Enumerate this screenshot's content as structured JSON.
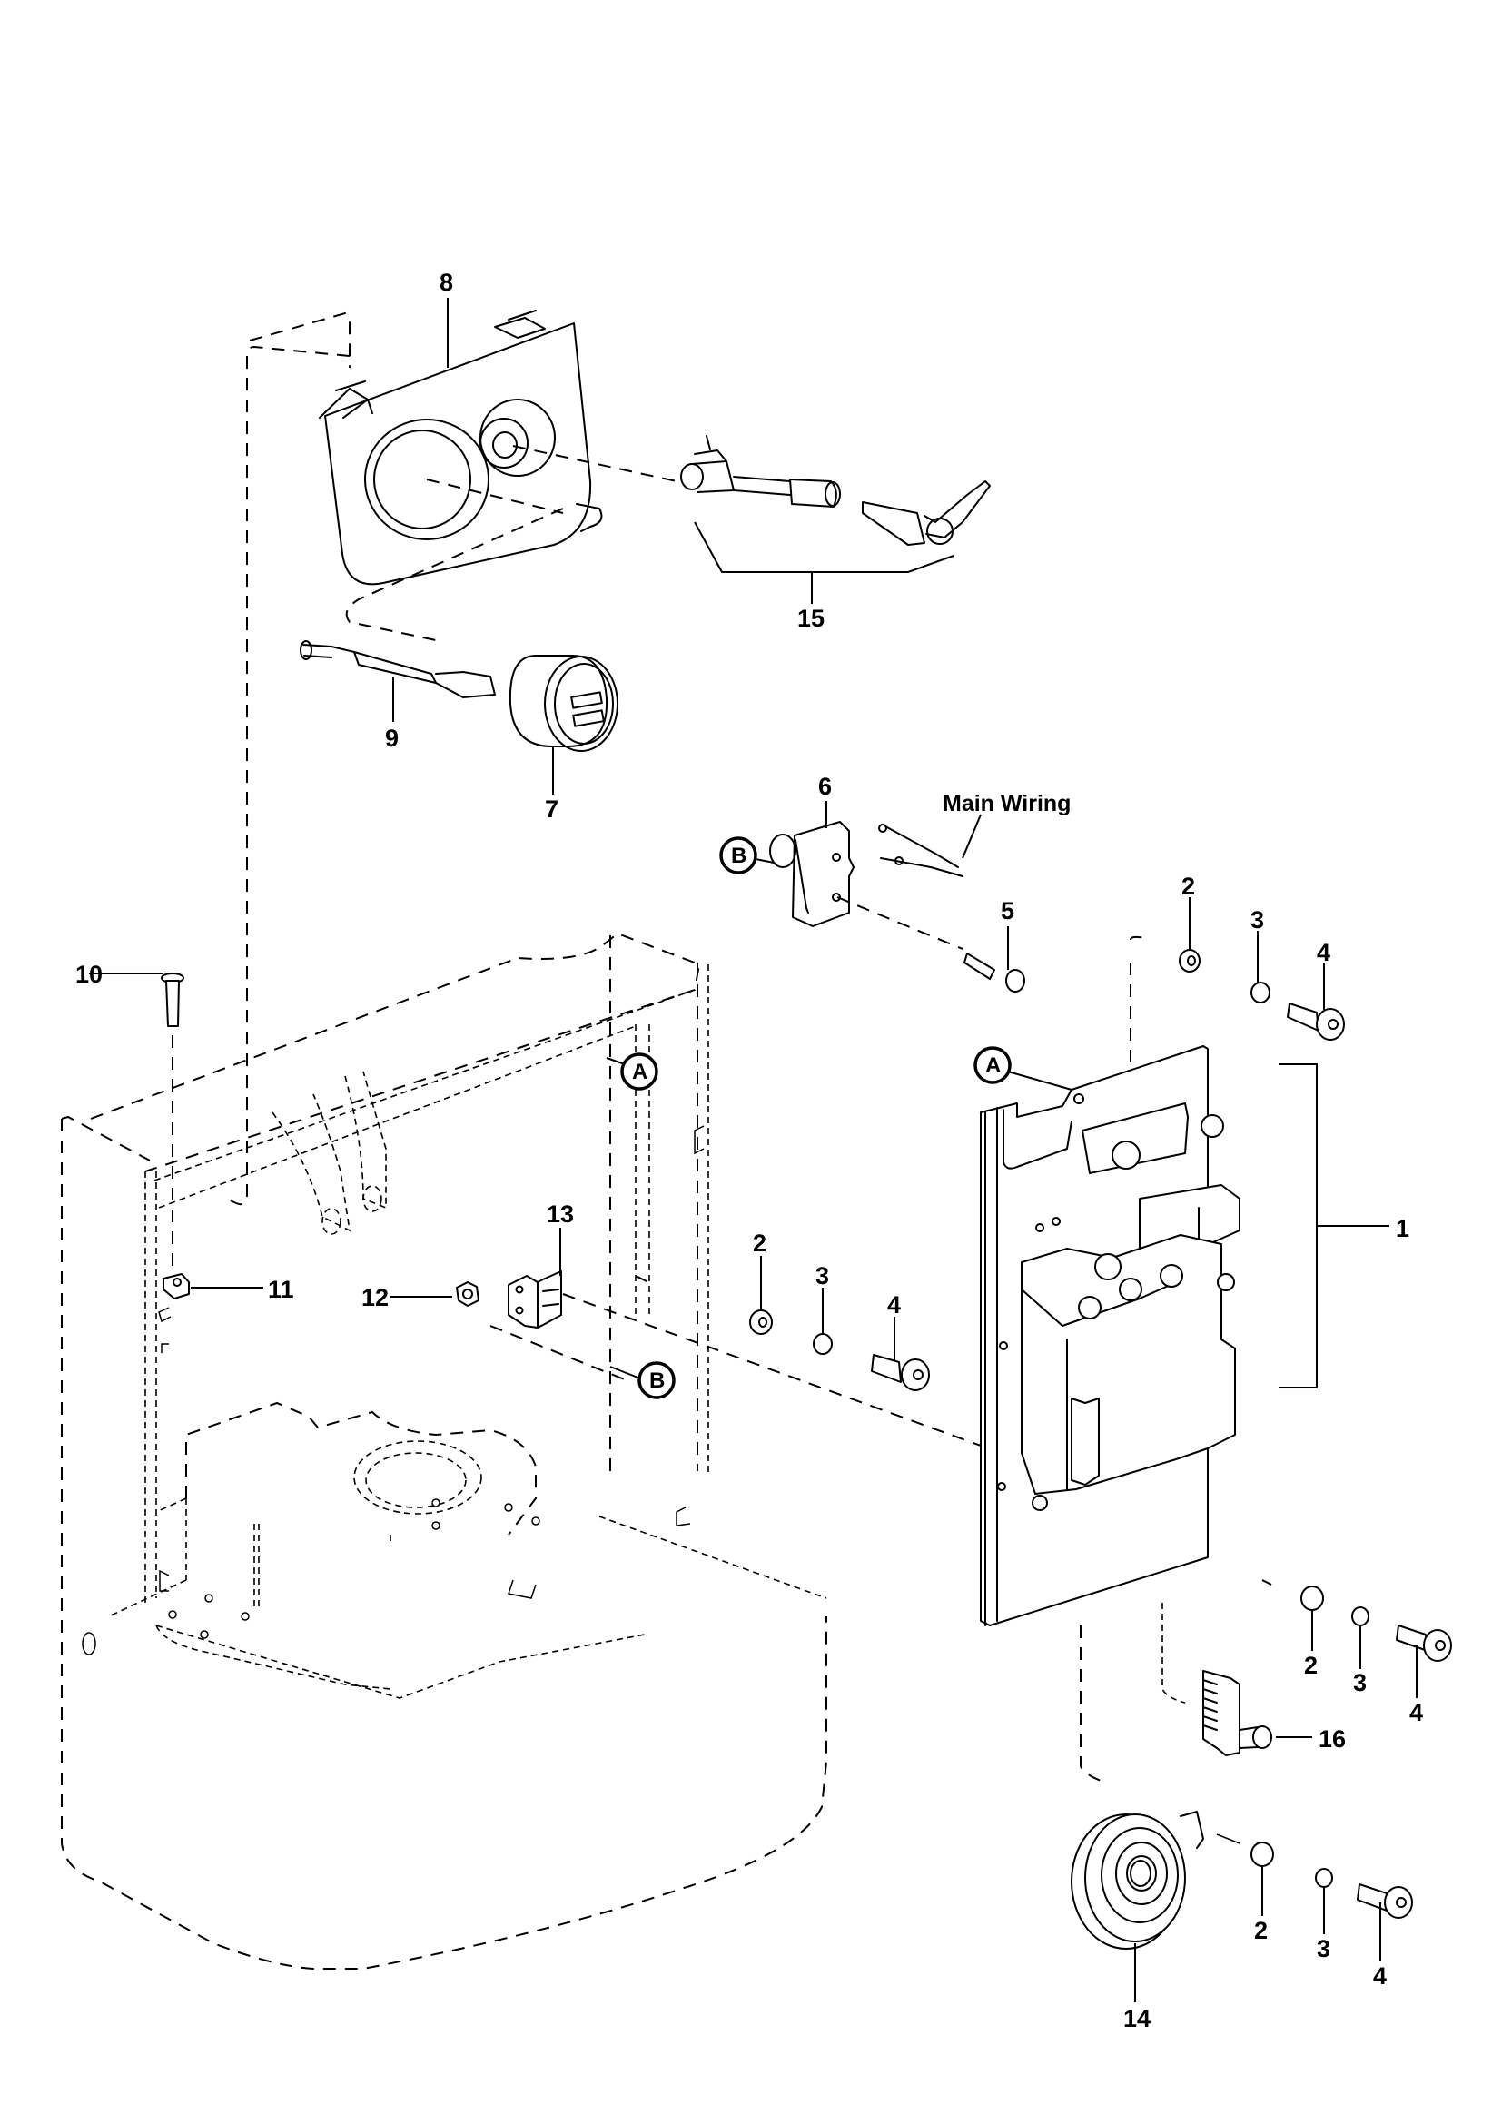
{
  "diagram": {
    "type": "exploded-parts-view",
    "callouts": {
      "c1": "1",
      "c2a": "2",
      "c3a": "3",
      "c4a": "4",
      "c2b": "2",
      "c3b": "3",
      "c4b": "4",
      "c2c": "2",
      "c3c": "3",
      "c4c": "4",
      "c2d": "2",
      "c3d": "3",
      "c4d": "4",
      "c5": "5",
      "c6": "6",
      "c7": "7",
      "c8": "8",
      "c9": "9",
      "c10": "10",
      "c11": "11",
      "c12": "12",
      "c13": "13",
      "c14": "14",
      "c15": "15",
      "c16": "16"
    },
    "references": {
      "a_frame": "A",
      "a_panel": "A",
      "b_switch": "B",
      "b_frame": "B"
    },
    "annotations": {
      "main_wiring": "Main Wiring"
    }
  }
}
